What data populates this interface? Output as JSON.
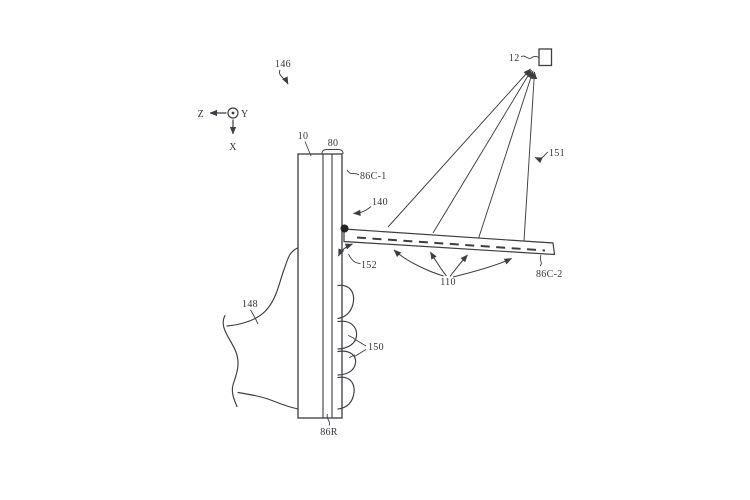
{
  "figure": {
    "type": "patent-line-drawing",
    "colors": {
      "line": "#3d3d42",
      "text": "#35353a",
      "background": "#ffffff"
    },
    "axes": {
      "z": "Z",
      "y": "Y",
      "x": "X"
    },
    "labels": {
      "ref146": "146",
      "ref12": "12",
      "ref151": "151",
      "ref10": "10",
      "ref80": "80",
      "ref86c1": "86C-1",
      "ref140": "140",
      "ref152": "152",
      "ref148": "148",
      "ref150": "150",
      "ref110": "110",
      "ref86c2": "86C-2",
      "ref86r": "86R"
    }
  }
}
